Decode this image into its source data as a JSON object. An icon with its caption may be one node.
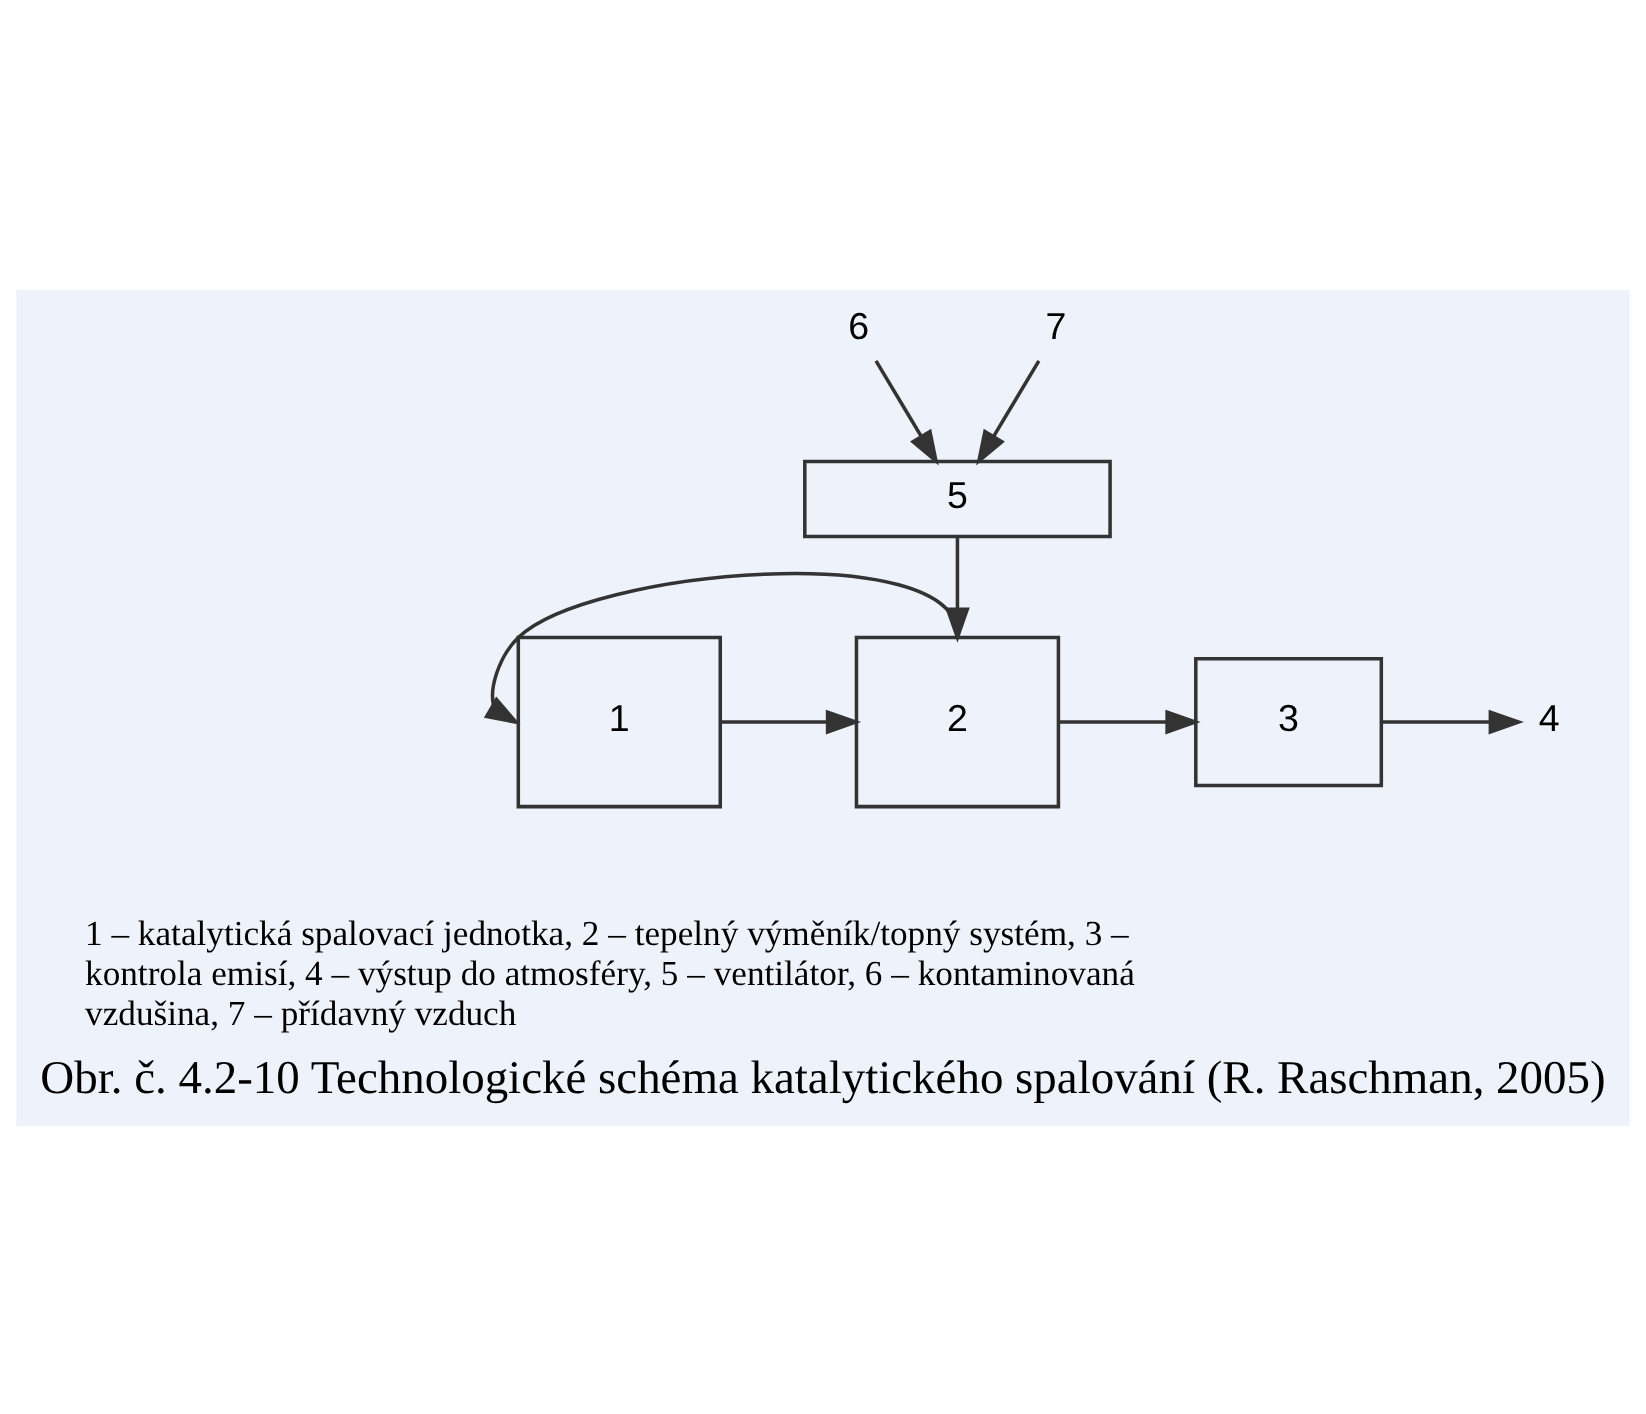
{
  "diagram": {
    "caption": "Obr. č. 4.2-10 Technologické schéma katalytického spalování (R. Raschman, 2005)",
    "nodes": [
      {
        "text": [
          "1"
        ]
      },
      {
        "text": [
          "2"
        ]
      },
      {
        "text": [
          "3"
        ]
      },
      {
        "text": [
          "4"
        ]
      },
      {
        "text": [
          "5"
        ]
      },
      {
        "text": [
          "6"
        ]
      },
      {
        "text": [
          "7"
        ]
      }
    ],
    "edges": [
      {
        "from": 0,
        "to": 1,
        "arrow": "to"
      },
      {
        "from": 1,
        "to": 2,
        "arrow": "to"
      },
      {
        "from": 2,
        "to": 3,
        "arrow": "to"
      },
      {
        "from": 1,
        "to": 0,
        "arrow": "to"
      },
      {
        "from": 4,
        "to": 1,
        "arrow": "to"
      },
      {
        "from": 5,
        "to": 4,
        "arrow": "to"
      },
      {
        "from": 6,
        "to": 4,
        "arrow": "to"
      }
    ],
    "labels": [
      "1 – katalytická spalovací jednotka, 2 – tepelný výměník/topný systém, 3 – kontrola emisí, 4 – výstup do atmosféry, 5 – ventilátor, 6 – kontaminovaná vzdušina, 7 – přídavný vzduch"
    ]
  }
}
